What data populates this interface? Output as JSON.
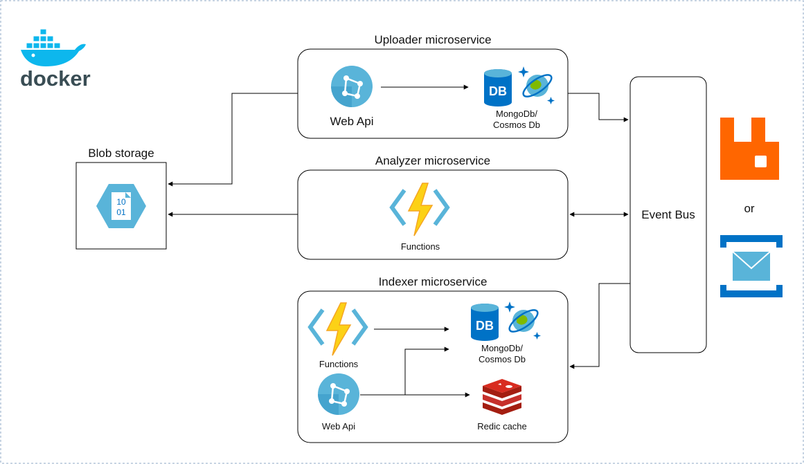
{
  "logo": {
    "text": "docker"
  },
  "uploader": {
    "title": "Uploader microservice",
    "webapi_label": "Web Api",
    "db_badge": "DB",
    "db_label_line1": "MongoDb/",
    "db_label_line2": "Cosmos Db"
  },
  "analyzer": {
    "title": "Analyzer microservice",
    "functions_label": "Functions"
  },
  "indexer": {
    "title": "Indexer microservice",
    "functions_label": "Functions",
    "webapi_label": "Web Api",
    "db_badge": "DB",
    "db_label_line1": "MongoDb/",
    "db_label_line2": "Cosmos Db",
    "redis_label": "Redic cache"
  },
  "blob": {
    "title": "Blob storage",
    "bits_line1": "10",
    "bits_line2": "01"
  },
  "event_bus": {
    "label": "Event Bus"
  },
  "or_label": "or",
  "colors": {
    "azure_blue": "#59B4D9",
    "azure_dark": "#0072C6",
    "function_yellow": "#FCD116",
    "rabbit_orange": "#FF6600",
    "redis_red": "#A41E11",
    "docker_blue": "#0db7ed"
  }
}
